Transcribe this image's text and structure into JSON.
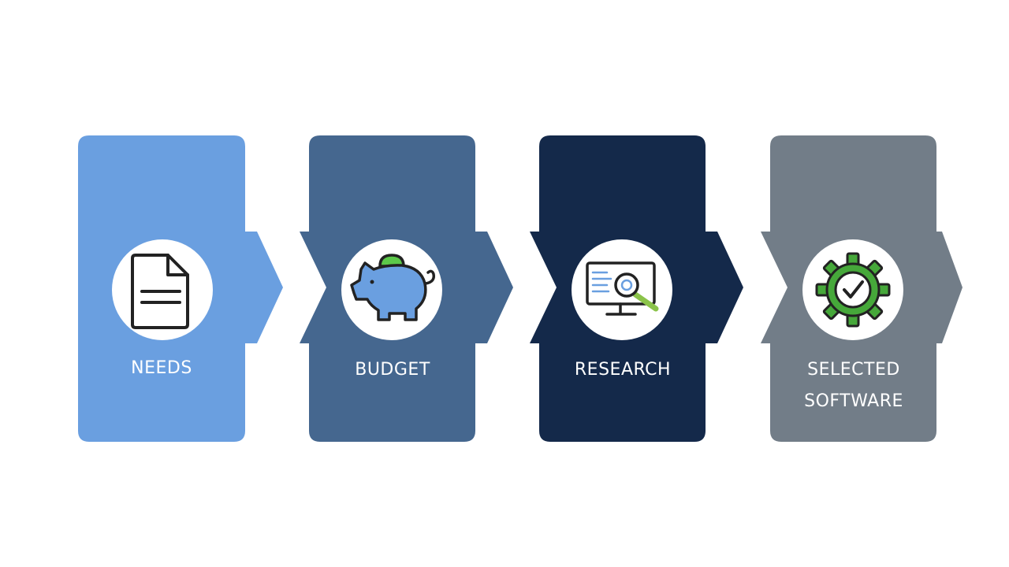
{
  "steps": [
    {
      "label": "NEEDS",
      "icon": "document-icon",
      "color": "#6A9FE0"
    },
    {
      "label": "BUDGET",
      "icon": "piggy-bank-icon",
      "color": "#45678F"
    },
    {
      "label": "RESEARCH",
      "icon": "monitor-search-icon",
      "color": "#14294A"
    },
    {
      "label": "SELECTED\nSOFTWARE",
      "icon": "gear-check-icon",
      "color": "#727D88"
    }
  ],
  "icon_colors": {
    "piggy_body": "#6A9FE0",
    "coin": "#5CC94A",
    "gear": "#46A83A",
    "magnifier_handle": "#8BC34A",
    "outline": "#222222"
  }
}
